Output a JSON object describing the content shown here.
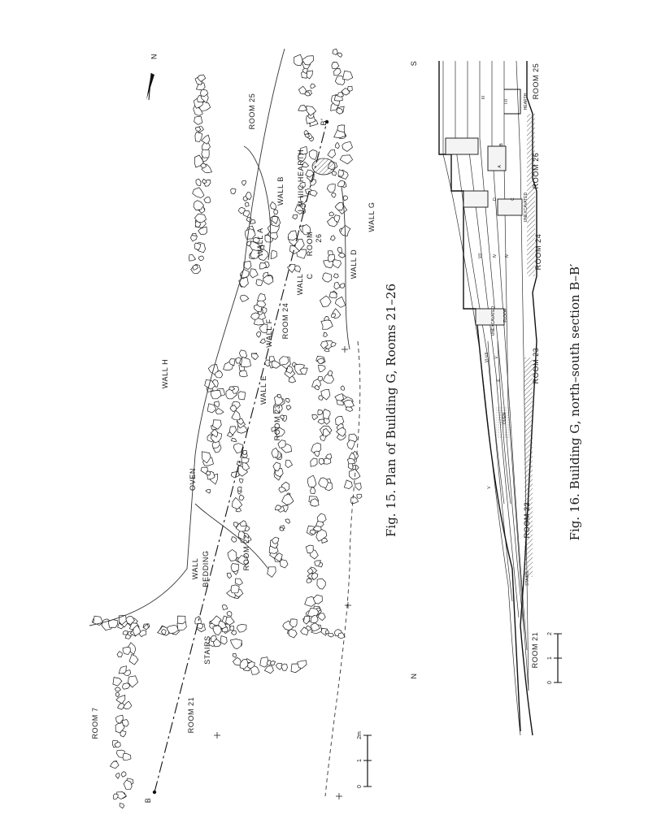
{
  "fig15": {
    "caption": "Fig. 15. Plan of Building G, Rooms 21–26",
    "north": "N",
    "labels": {
      "room7": "ROOM 7",
      "room21": "ROOM 21",
      "room22": "ROOM 22",
      "room23": "ROOM 23",
      "room24": "ROOM 24",
      "room25": "ROOM 25",
      "room26": "ROOM 26",
      "stairs": "STAIRS",
      "wall_bedding": "WALL BEDDING",
      "oven": "OVEN",
      "wall_a": "WALL A",
      "wall_b": "WALL B",
      "wall_c": "WALL C",
      "wall_d": "WALL D",
      "wall_e": "WALL E",
      "wall_f": "WALL F",
      "wall_g": "WALL G",
      "wall_h": "WALL H",
      "hearth": "LM IIIC HEARTH",
      "point_b": "B",
      "point_b_prime": "B′"
    },
    "scale": {
      "ticks": [
        "0",
        "1",
        "2m"
      ]
    }
  },
  "fig16": {
    "caption": "Fig. 16. Building G, north–south section B–B′",
    "end_n": "N",
    "end_s": "S",
    "labels": {
      "room21": "ROOM 21",
      "room22": "ROOM 22",
      "room23": "ROOM 23",
      "room24": "ROOM 24",
      "room25": "ROOM 25",
      "room26": "ROOM 26",
      "stairs": "STAIRS",
      "oven": "OVEN",
      "unexcavated_1": "UNEXCAVATED",
      "unexcavated_2": "UNEXCAVATED",
      "floor": "FLOOR",
      "hearth": "HEARTH",
      "layer_v1": "V",
      "layer_v2": "V",
      "layer_vivi": "VI-VII",
      "layer_e": "E",
      "layer_vii": "VII",
      "layer_iv1": "IV",
      "layer_iv2": "IV",
      "layer_a": "A",
      "layer_b": "B",
      "layer_c": "C",
      "layer_d": "D",
      "layer_iii": "III",
      "layer_iii_b": "I-II"
    },
    "scale": {
      "ticks": [
        "0",
        "1",
        "2"
      ]
    }
  }
}
